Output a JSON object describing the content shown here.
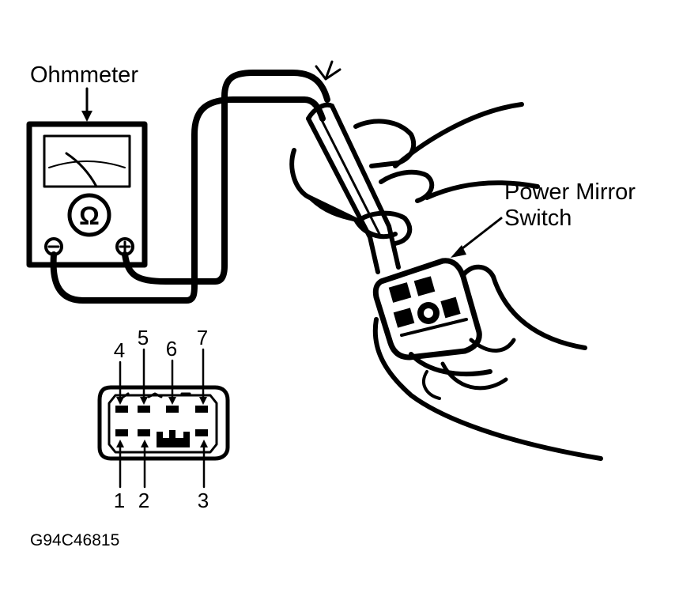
{
  "labels": {
    "ohmmeter": "Ohmmeter",
    "switch_line1": "Power Mirror",
    "switch_line2": "Switch",
    "meter_symbol": "Ω",
    "figure_code": "G94C46815"
  },
  "connector": {
    "top_pins": [
      "4",
      "5",
      "6",
      "7"
    ],
    "bottom_pins": [
      "1",
      "2",
      "3"
    ]
  }
}
